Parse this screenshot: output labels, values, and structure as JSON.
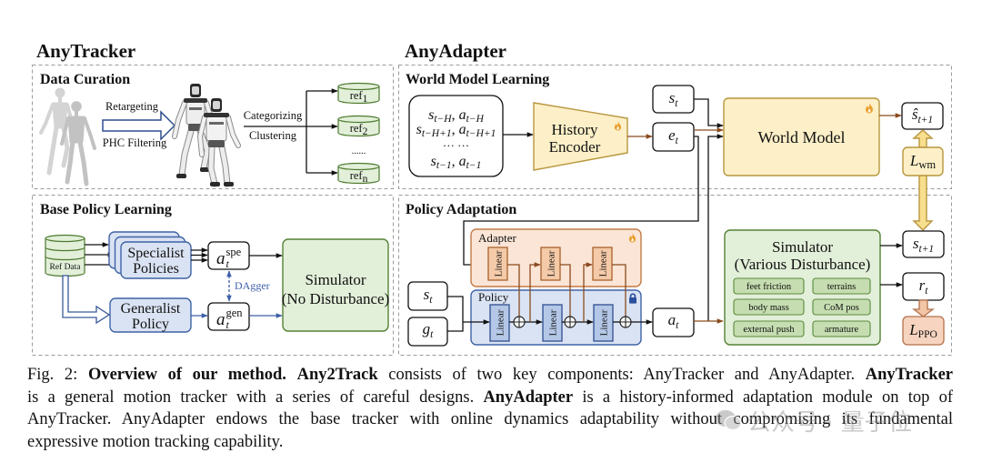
{
  "figure": {
    "left_title": "AnyTracker",
    "right_title": "AnyAdapter"
  },
  "data_curation": {
    "title": "Data Curation",
    "retarget_label": "Retargeting",
    "filter_label": "PHC Filtering",
    "categorize_label": "Categorizing",
    "cluster_label": "Clustering",
    "refs": [
      {
        "base": "ref",
        "sub": "1"
      },
      {
        "base": "ref",
        "sub": "2"
      },
      {
        "base": "ref",
        "sub": "n"
      }
    ],
    "ellipsis": "......",
    "source_icon": "human-motion-figures",
    "target_icon": "humanoid-robot-figures"
  },
  "base_policy": {
    "title": "Base Policy Learning",
    "ref_data": "Ref Data",
    "specialist": {
      "line1": "Specialist",
      "line2": "Policies"
    },
    "generalist": {
      "line1": "Generalist",
      "line2": "Policy"
    },
    "a_spe": {
      "base": "a",
      "sub": "t",
      "sup": "spe"
    },
    "a_gen": {
      "base": "a",
      "sub": "t",
      "sup": "gen"
    },
    "dagger": "DAgger",
    "simulator": {
      "line1": "Simulator",
      "line2": "(No Disturbance)"
    }
  },
  "world_model": {
    "title": "World Model Learning",
    "history": {
      "rows": [
        {
          "s": "s",
          "s_sub": "t−H",
          "sep": ", ",
          "a": "a",
          "a_sub": "t−H"
        },
        {
          "s": "s",
          "s_sub": "t−H+1",
          "sep": ", ",
          "a": "a",
          "a_sub": "t−H+1"
        },
        {
          "s": "s",
          "s_sub": "t−1",
          "sep": ", ",
          "a": "a",
          "a_sub": "t−1"
        }
      ],
      "ellipsis": "… …"
    },
    "encoder": {
      "line1": "History",
      "line2": "Encoder"
    },
    "s_t": {
      "base": "s",
      "sub": "t"
    },
    "e_t": {
      "base": "e",
      "sub": "t"
    },
    "model": "World Model",
    "s_hat": {
      "base": "ŝ",
      "sub": "t+1"
    },
    "loss": {
      "base": "L",
      "sub": "wm"
    }
  },
  "policy_adaptation": {
    "title": "Policy Adaptation",
    "adapter_label": "Adapter",
    "policy_label": "Policy",
    "linear_label": "Linear",
    "s_t": {
      "base": "s",
      "sub": "t"
    },
    "g_t": {
      "base": "g",
      "sub": "t"
    },
    "a_t": {
      "base": "a",
      "sub": "t"
    },
    "simulator": {
      "line1": "Simulator",
      "line2": "(Various Disturbance)"
    },
    "disturbances": [
      "feet friction",
      "terrains",
      "body mass",
      "CoM pos",
      "external push",
      "armature"
    ],
    "s_next": {
      "base": "s",
      "sub": "t+1"
    },
    "r_t": {
      "base": "r",
      "sub": "t"
    },
    "loss": {
      "base": "L",
      "sub": "PPO"
    }
  },
  "colors": {
    "green_fill": "#e2efd9",
    "green_chip": "#c5ddb0",
    "blue_fill": "#dae3f3",
    "blue_linear": "#b4c7e7",
    "orange_fill": "#fbe5d6",
    "orange_linear": "#f4caa8",
    "yellow_fill": "#fdf0c8",
    "yellow_arrow": "#f8df8e",
    "ppo_fill": "#f6d4bf",
    "ppo_arrow": "#f2c6a6",
    "brown_arrow": "#8a4a1e",
    "dagger_blue": "#3d5fa8",
    "fire": "#e8a030",
    "lock": "#2c4f9e"
  },
  "caption": {
    "lines": [
      [
        {
          "t": "Fig. 2: ",
          "b": false
        },
        {
          "t": "Overview of our method.",
          "b": true
        },
        {
          "t": " ",
          "b": false
        },
        {
          "t": "Any2Track",
          "b": true
        },
        {
          "t": " consists of two key components: AnyTracker and AnyAdapter. ",
          "b": false
        },
        {
          "t": "AnyTracker",
          "b": true
        }
      ],
      [
        {
          "t": "is a general motion tracker with a series of careful designs. ",
          "b": false
        },
        {
          "t": "AnyAdapter",
          "b": true
        },
        {
          "t": " is a history-informed adaptation module on top of",
          "b": false
        }
      ],
      [
        {
          "t": "AnyTracker. AnyAdapter endows the base tracker with online dynamics adaptability without compromising its fundamental",
          "b": false
        }
      ],
      [
        {
          "t": "expressive motion tracking capability.",
          "b": false
        }
      ]
    ]
  },
  "watermark": "公众号 · 量子位"
}
